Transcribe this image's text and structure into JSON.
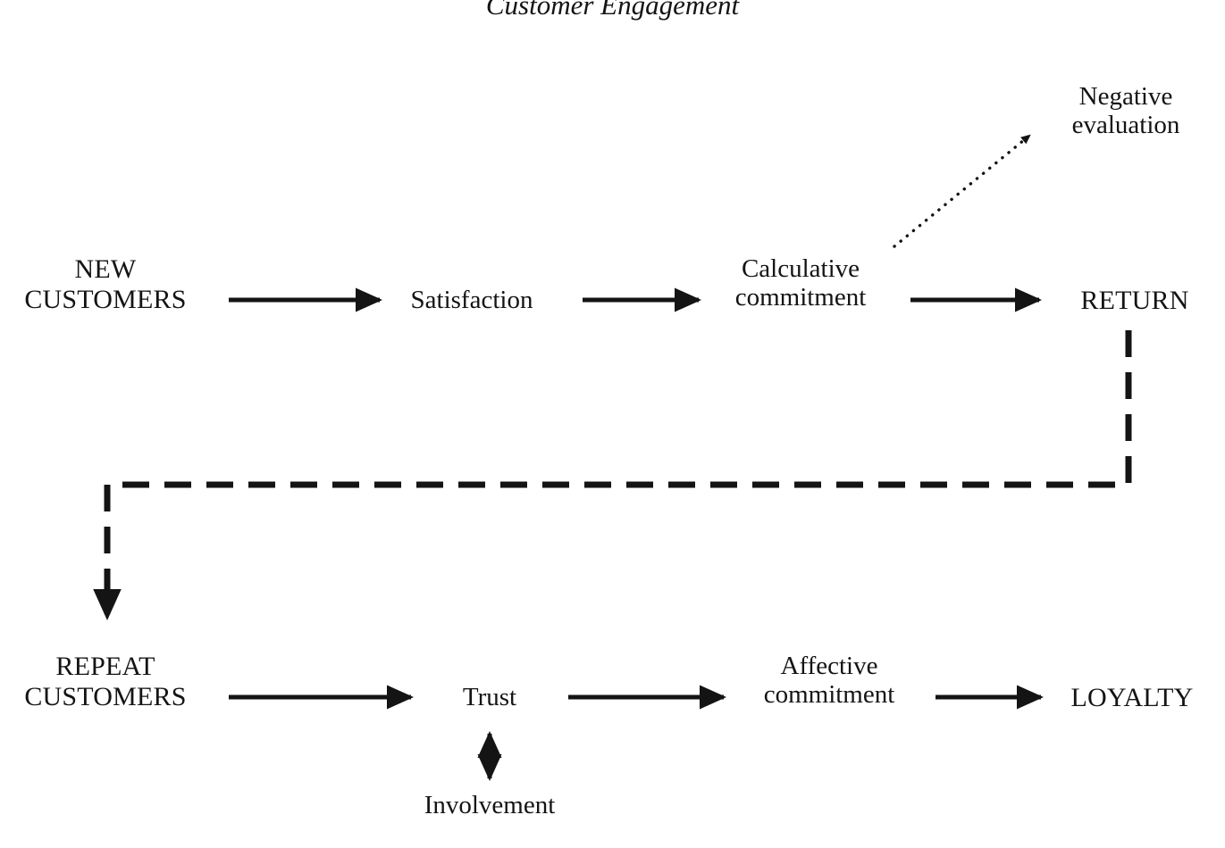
{
  "diagram": {
    "title": "Customer Engagement",
    "nodes": {
      "new_customers": "NEW\nCUSTOMERS",
      "satisfaction": "Satisfaction",
      "calculative_commitment": "Calculative\ncommitment",
      "return": "RETURN",
      "negative_evaluation": "Negative\nevaluation",
      "repeat_customers": "REPEAT\nCUSTOMERS",
      "trust": "Trust",
      "affective_commitment": "Affective\ncommitment",
      "loyalty": "LOYALTY",
      "involvement": "Involvement"
    },
    "edges": [
      {
        "id": "new-customers-to-satisfaction",
        "from": "NEW CUSTOMERS",
        "to": "Satisfaction",
        "style": "solid",
        "arrow": "single"
      },
      {
        "id": "satisfaction-to-calculative-commitment",
        "from": "Satisfaction",
        "to": "Calculative commitment",
        "style": "solid",
        "arrow": "single"
      },
      {
        "id": "calculative-commitment-to-return",
        "from": "Calculative commitment",
        "to": "RETURN",
        "style": "solid",
        "arrow": "single"
      },
      {
        "id": "calculative-commitment-to-negative-evaluation",
        "from": "Calculative commitment",
        "to": "Negative evaluation",
        "style": "dotted",
        "arrow": "single"
      },
      {
        "id": "return-to-repeat-customers",
        "from": "RETURN",
        "to": "REPEAT CUSTOMERS",
        "style": "dashed",
        "arrow": "single"
      },
      {
        "id": "repeat-customers-to-trust",
        "from": "REPEAT CUSTOMERS",
        "to": "Trust",
        "style": "solid",
        "arrow": "single"
      },
      {
        "id": "trust-to-affective-commitment",
        "from": "Trust",
        "to": "Affective commitment",
        "style": "solid",
        "arrow": "single"
      },
      {
        "id": "affective-commitment-to-loyalty",
        "from": "Affective commitment",
        "to": "LOYALTY",
        "style": "solid",
        "arrow": "single"
      },
      {
        "id": "trust-involvement",
        "from": "Trust",
        "to": "Involvement",
        "style": "solid",
        "arrow": "double"
      }
    ],
    "colors": {
      "ink": "#141414",
      "background": "#ffffff"
    }
  }
}
